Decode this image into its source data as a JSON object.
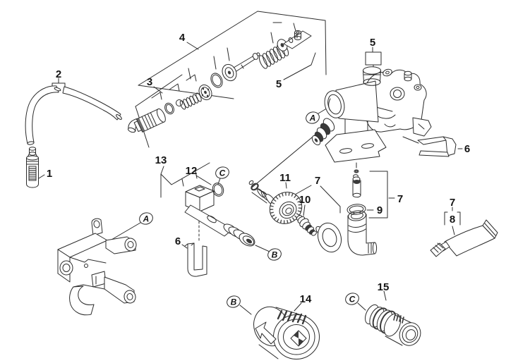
{
  "diagram": {
    "colors": {
      "background": "#ffffff",
      "line": "#2b2b2b",
      "dark_fill": "#3a3a3a"
    },
    "callouts": {
      "c1": "1",
      "c2": "2",
      "c3": "3",
      "c4": "4",
      "c5a": "5",
      "c5b": "5",
      "c6a": "6",
      "c6b": "6",
      "c7a": "7",
      "c7b": "7",
      "c7c": "7",
      "c8": "8",
      "c9": "9",
      "c10": "10",
      "c11": "11",
      "c12": "12",
      "c13": "13",
      "c14": "14",
      "c15": "15"
    },
    "ref_markers": {
      "a1": "A",
      "a2": "A",
      "b1": "B",
      "b2": "B",
      "c1": "C",
      "c2": "C"
    }
  }
}
